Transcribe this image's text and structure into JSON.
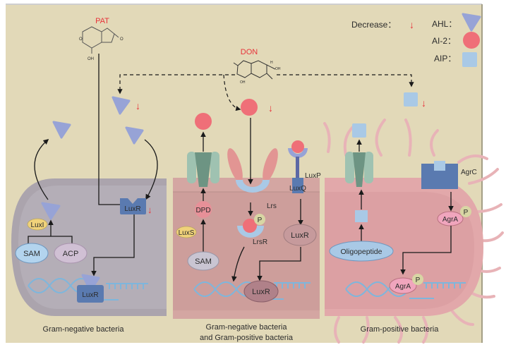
{
  "colors": {
    "background": "#e2d9b8",
    "frame_border": "#a49f86",
    "ahl": "#97a3d6",
    "ai2": "#ef6f78",
    "aip": "#a9c9e6",
    "decrease_arrow": "#e8333a",
    "toxin_label": "#e8333a",
    "gram_neg_cell": "#aba4ad",
    "mixed_cell": "#d4a6a2",
    "gram_pos_cell": "#e2a8aa",
    "luxr_receptor": "#5a7ab0",
    "transporter": "#9fc2b1",
    "phosphate": "#d8d6a4",
    "dna": "#7eb6dc"
  },
  "toxins": {
    "pat": {
      "label": "PAT",
      "oh_label": "OH",
      "o_label": "O"
    },
    "don": {
      "label": "DON",
      "oh_label": "OH",
      "h_label": "H",
      "o_label": "O"
    }
  },
  "legend": {
    "decrease_label": "Decrease：",
    "decrease_symbol": "↓",
    "items": [
      {
        "label": "AHL：",
        "shape": "triangle"
      },
      {
        "label": "AI-2：",
        "shape": "circle"
      },
      {
        "label": "AIP：",
        "shape": "square"
      }
    ]
  },
  "panels": {
    "gram_negative": {
      "caption": "Gram-negative bacteria",
      "nodes": {
        "luxi": "LuxI",
        "sam": "SAM",
        "acp": "ACP",
        "luxr_receptor": "LuxR",
        "luxr_dna": "LuxR"
      }
    },
    "mixed": {
      "caption_line1": "Gram-negative bacteria",
      "caption_line2": "and Gram-positive bacteria",
      "nodes": {
        "dpd": "DPD",
        "luxs": "LuxS",
        "sam": "SAM",
        "lrs": "Lrs",
        "lrsr": "LrsR",
        "phosphate": "P",
        "luxp": "LuxP",
        "luxq": "LuxQ",
        "luxr": "LuxR",
        "luxr_dna": "LuxR"
      }
    },
    "gram_positive": {
      "caption": "Gram-positive bacteria",
      "nodes": {
        "agrc": "AgrC",
        "agra": "AgrA",
        "agra_dna": "AgrA",
        "phosphate": "P",
        "oligopeptide": "Oligopeptide"
      }
    }
  }
}
